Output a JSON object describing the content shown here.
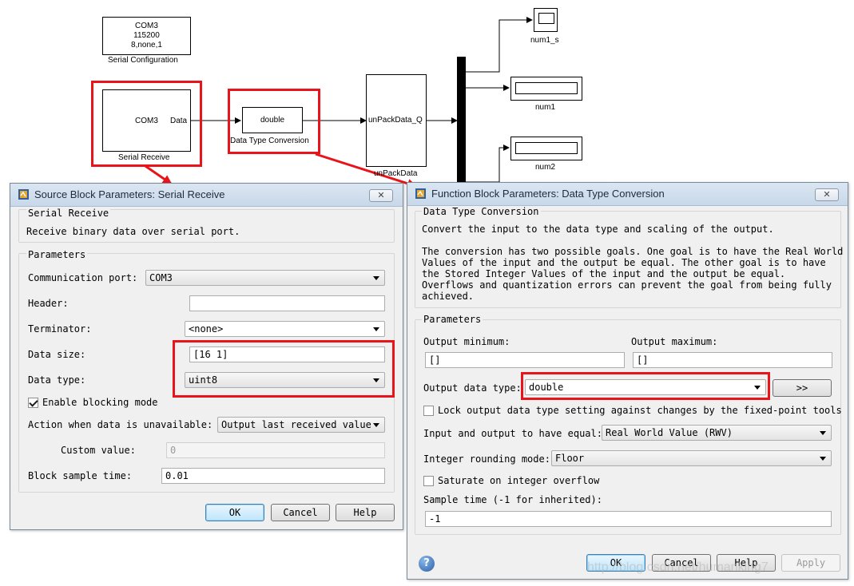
{
  "model": {
    "serial_config": {
      "line1": "COM3",
      "line2": "115200",
      "line3": "8,none,1",
      "name": "Serial Configuration"
    },
    "serial_receive": {
      "port_label": "COM3",
      "output_label": "Data",
      "name": "Serial Receive"
    },
    "data_type_conv": {
      "label": "double",
      "name": "Data Type Conversion"
    },
    "unpack": {
      "input_label": "unPackData_Q",
      "name": "unPackData"
    },
    "outputs": [
      {
        "name": "num1_s"
      },
      {
        "name": "num1"
      },
      {
        "name": "num2"
      }
    ]
  },
  "dialog_serial": {
    "title": "Source Block Parameters: Serial Receive",
    "close": "✕",
    "group1_title": "Serial Receive",
    "description": "Receive binary data over serial port.",
    "group2_title": "Parameters",
    "comm_port_label": "Communication port:",
    "comm_port_value": "COM3",
    "header_label": "Header:",
    "header_value": "",
    "terminator_label": "Terminator:",
    "terminator_value": "<none>",
    "data_size_label": "Data size:",
    "data_size_value": "[16   1]",
    "data_type_label": "Data type:",
    "data_type_value": "uint8",
    "blocking_label": "Enable blocking mode",
    "action_label": "Action when data is unavailable:",
    "action_value": "Output last received value",
    "custom_label": "Custom value:",
    "custom_value": "0",
    "sample_label": "Block sample time:",
    "sample_value": "0.01",
    "ok": "OK",
    "cancel": "Cancel",
    "help": "Help"
  },
  "dialog_dtc": {
    "title": "Function Block Parameters: Data Type Conversion",
    "close": "✕",
    "group1_title": "Data Type Conversion",
    "desc_lines": [
      "Convert the input to the data type and scaling of the output.",
      "",
      "The conversion has two possible goals. One goal is to have the Real World",
      "Values of the input and the output be equal.  The other goal is to have",
      "the Stored Integer Values of the input and the output be equal.",
      "Overflows and quantization errors can prevent the goal from being fully",
      "achieved."
    ],
    "group2_title": "Parameters",
    "out_min_label": "Output minimum:",
    "out_min_value": "[]",
    "out_max_label": "Output maximum:",
    "out_max_value": "[]",
    "out_type_label": "Output data type:",
    "out_type_value": "double",
    "assistant_btn": ">>",
    "lock_label": "Lock output data type setting against changes by the fixed-point tools",
    "equal_label": "Input and output to have equal:",
    "equal_value": "Real World Value (RWV)",
    "rounding_label": "Integer rounding mode:",
    "rounding_value": "Floor",
    "saturate_label": "Saturate on integer overflow",
    "sample_label": "Sample time (-1 for inherited):",
    "sample_value": "-1",
    "ok": "OK",
    "cancel": "Cancel",
    "help": "Help",
    "apply": "Apply",
    "help_icon": "?"
  },
  "watermark": "http://blog.csdn.net/humanking7",
  "colors": {
    "highlight": "#e8141a",
    "bus": "#000000"
  }
}
